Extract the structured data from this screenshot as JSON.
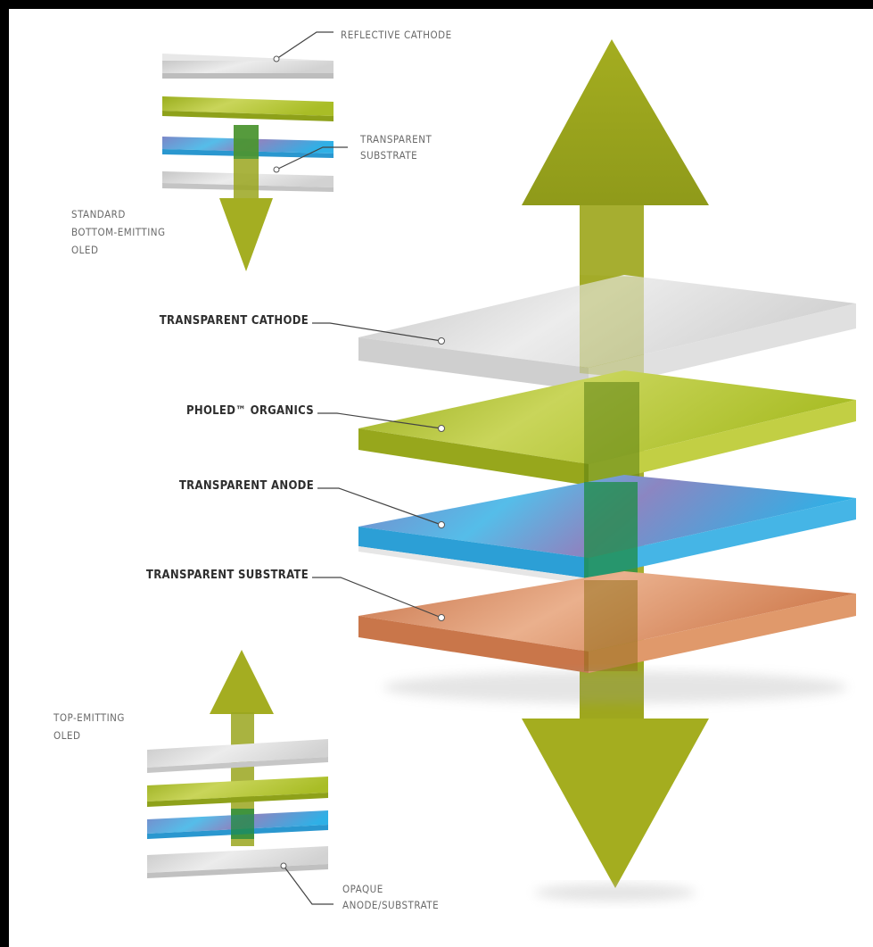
{
  "labels": {
    "reflective_cathode": "REFLECTIVE CATHODE",
    "transparent_substrate_small_1": "TRANSPARENT",
    "transparent_substrate_small_2": "SUBSTRATE",
    "bottom_emitting_1": "STANDARD",
    "bottom_emitting_2": "BOTTOM-EMITTING",
    "bottom_emitting_3": "OLED",
    "transparent_cathode": "TRANSPARENT CATHODE",
    "pholed_organics": "PHOLED™ ORGANICS",
    "transparent_anode": "TRANSPARENT ANODE",
    "transparent_substrate": "TRANSPARENT SUBSTRATE",
    "top_emitting_1": "TOP-EMITTING",
    "top_emitting_2": "OLED",
    "opaque_1": "OPAQUE",
    "opaque_2": "ANODE/SUBSTRATE"
  },
  "colors": {
    "arrow": "#a6ad1e",
    "cathode_gray": "#dcdcdc",
    "organic_green": "#b6c532",
    "anode_blue": "#4fb6e8",
    "substrate_copper": "#d8895a"
  }
}
